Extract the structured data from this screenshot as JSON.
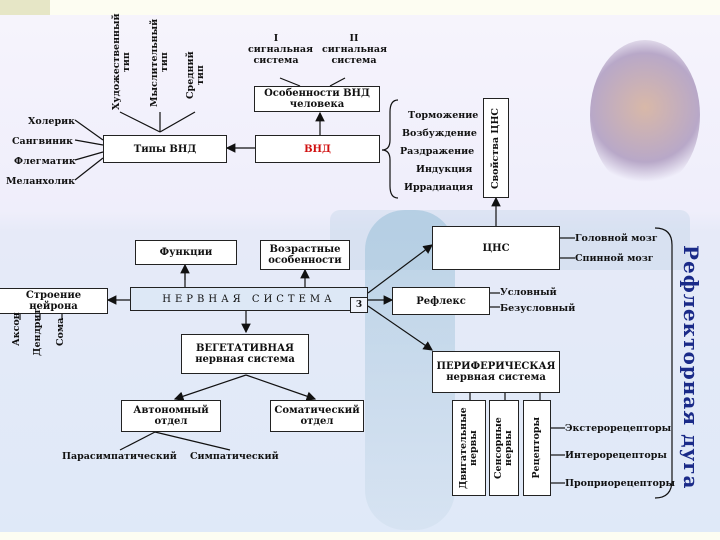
{
  "nodes": {
    "typ_hud": "Художественный тип",
    "typ_mysl": "Мыслительный тип",
    "typ_sred": "Средний тип",
    "sig1": "I сигнальная система",
    "sig2": "II сигнальная система",
    "osob_vnd": "Особенности ВНД человека",
    "temperaments": [
      "Холерик",
      "Сангвиник",
      "Флегматик",
      "Меланхолик"
    ],
    "tipy_vnd": "Типы ВНД",
    "vnd": "ВНД",
    "processes": [
      "Торможение",
      "Возбуждение",
      "Раздражение",
      "Индукция",
      "Иррадиация"
    ],
    "svoistva_tsns": "Свойства ЦНС",
    "funktsii": "Функции",
    "vozrastnye": "Возрастные особенности",
    "tsns": "ЦНС",
    "golovnoy": "Головной мозг",
    "spinnoy": "Спинной мозг",
    "stroenie": "Строение нейрона",
    "nervnaya": "НЕРВНАЯ СИСТЕМА",
    "slide_num": "3",
    "refleks": "Рефлекс",
    "uslovny": "Условный",
    "bezuslovny": "Безусловный",
    "neuron_parts": [
      "Аксон",
      "Дендрит",
      "Сома"
    ],
    "vegetativnaya": "ВЕГЕТАТИВНАЯ нервная система",
    "perifericheskaya": "ПЕРИФЕРИЧЕСКАЯ нервная система",
    "avtonomny": "Автономный отдел",
    "somatichesky": "Соматический отдел",
    "parasimpatichesky": "Парасимпатический",
    "simpatichesky": "Симпатический",
    "dvigatelnye": "Двигательные нервы",
    "sensornye": "Сенсорные нервы",
    "retseptory": "Рецепторы",
    "receptor_types": [
      "Экстерорецепторы",
      "Интерорецепторы",
      "Проприорецепторы"
    ],
    "reflex_arc": "Рефлекторная дуга"
  },
  "colors": {
    "vnd_text": "#d01010",
    "arc_text": "#1a2a88",
    "accent": "#e6e6c6"
  }
}
